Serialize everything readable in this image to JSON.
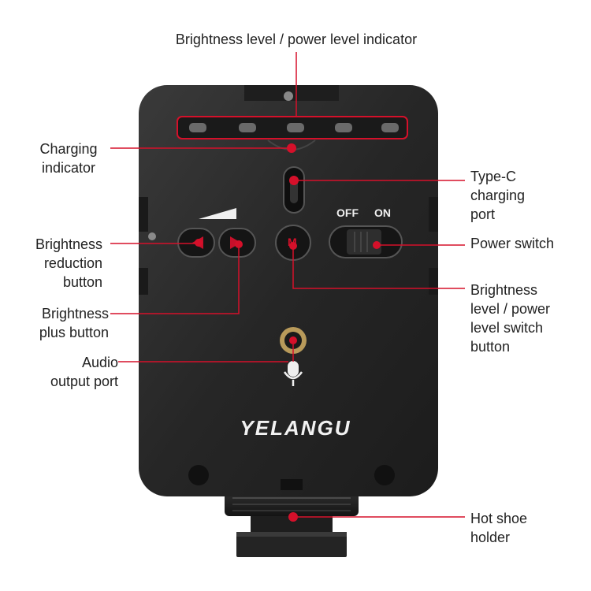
{
  "labels": {
    "top": "Brightness level / power level indicator",
    "charging_indicator": "Charging\nindicator",
    "brightness_reduction": "Brightness\nreduction\nbutton",
    "brightness_plus": "Brightness\nplus button",
    "audio_output": "Audio\noutput port",
    "type_c": "Type-C\ncharging\nport",
    "power_switch": "Power switch",
    "level_switch": "Brightness\nlevel / power\nlevel switch\nbutton",
    "hot_shoe": "Hot shoe\nholder"
  },
  "device": {
    "brand": "YELANGU",
    "switch_off": "OFF",
    "switch_on": "ON",
    "m_button": "M",
    "led_count": 5
  },
  "colors": {
    "accent": "#d5102a",
    "body": "#2a2a2a"
  }
}
